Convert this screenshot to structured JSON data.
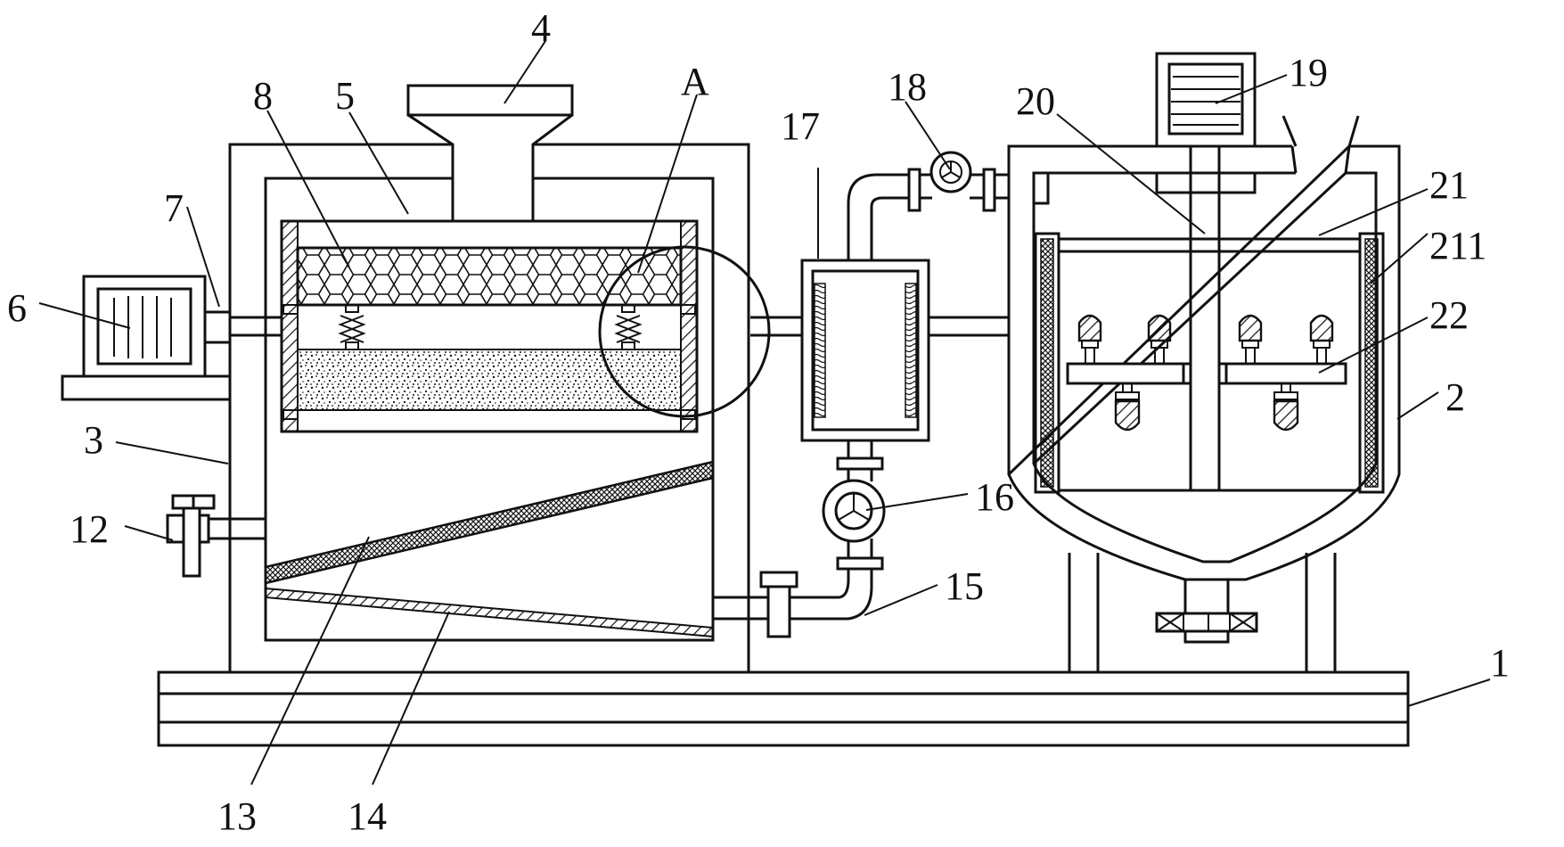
{
  "labels": {
    "l1": "1",
    "l2": "2",
    "l3": "3",
    "l4": "4",
    "l5": "5",
    "l6": "6",
    "l7": "7",
    "l8": "8",
    "l12": "12",
    "l13": "13",
    "l14": "14",
    "l15": "15",
    "l16": "16",
    "l17": "17",
    "l18": "18",
    "l19": "19",
    "l20": "20",
    "l21": "21",
    "l211": "211",
    "l22": "22",
    "lA": "A"
  }
}
